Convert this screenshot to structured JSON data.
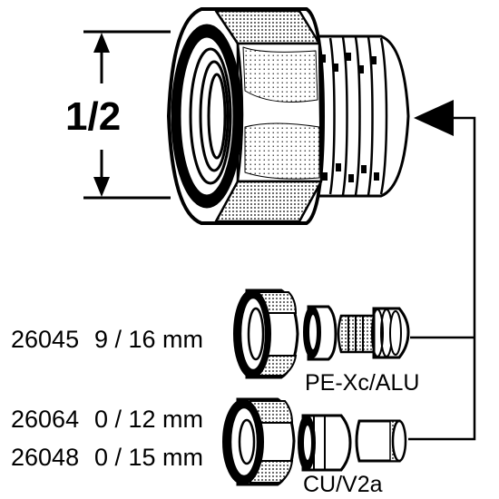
{
  "dimension": {
    "label": "1/2"
  },
  "parts": [
    {
      "article": "26045",
      "size": "9 / 16 mm"
    },
    {
      "article": "26064",
      "size": "0 / 12 mm"
    },
    {
      "article": "26048",
      "size": "0 / 15 mm"
    }
  ],
  "materials": {
    "top": "PE-Xc/ALU",
    "bottom": "CU/V2a"
  }
}
